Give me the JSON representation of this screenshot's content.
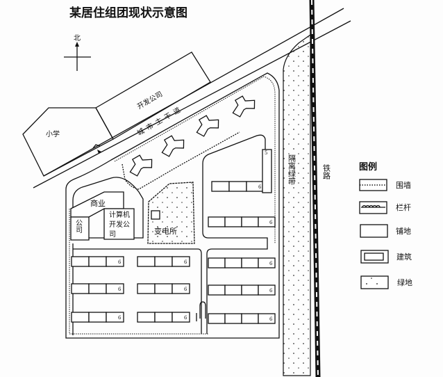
{
  "title": "某居住组团现状示意图",
  "north": "北",
  "labels": {
    "school": "小学",
    "dev_company": "开发公司",
    "main_road": "城市主干道",
    "commercial": "商业",
    "company": "公司",
    "computer_company_1": "计算机",
    "computer_company_2": "开发公",
    "computer_company_3": "司",
    "substation": "变电所",
    "green_belt": "隔离绿带",
    "railway": "铁路"
  },
  "building_floors": "6",
  "slab_floors": "5",
  "legend": {
    "title": "图例",
    "items": [
      {
        "label": "围墙",
        "symbol": "wall"
      },
      {
        "label": "栏杆",
        "symbol": "railing"
      },
      {
        "label": "铺地",
        "symbol": "paving"
      },
      {
        "label": "建筑",
        "symbol": "building"
      },
      {
        "label": "绿地",
        "symbol": "green"
      }
    ]
  }
}
